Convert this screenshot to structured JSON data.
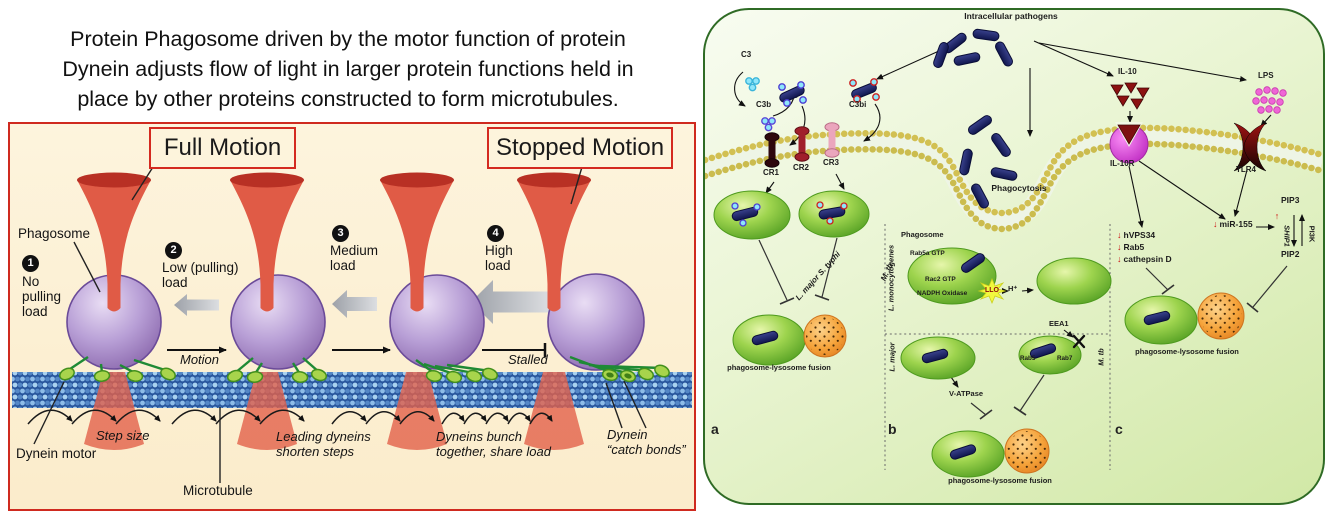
{
  "title": "Protein Phagosome driven by the motor function of protein\nDynein adjusts flow of light in larger protein functions held in\nplace by other proteins constructed to form microtubules.",
  "left": {
    "full_motion": "Full Motion",
    "stopped_motion": "Stopped Motion",
    "stages": [
      {
        "n": "1",
        "label": "No\npulling\nload"
      },
      {
        "n": "2",
        "label": "Low (pulling)\nload"
      },
      {
        "n": "3",
        "label": "Medium\nload"
      },
      {
        "n": "4",
        "label": "High\nload"
      }
    ],
    "phagosome": "Phagosome",
    "motion": "Motion",
    "stalled": "Stalled",
    "step_size": "Step size",
    "leading": "Leading dyneins\nshorten steps",
    "bunch": "Dyneins bunch\ntogether, share load",
    "catch": "Dynein\n“catch bonds”",
    "dynein_motor": "Dynein motor",
    "microtubule": "Microtubule"
  },
  "right": {
    "header": "Intracellular pathogens",
    "phagocytosis": "Phagocytosis",
    "complement": {
      "c3": "C3",
      "c3b": "C3b",
      "c3bi": "C3bi"
    },
    "receptors": {
      "cr1": "CR1",
      "cr2": "CR2",
      "cr3": "CR3",
      "il10": "IL-10",
      "il10r": "IL-10R",
      "lps": "LPS",
      "tlr4": "TLR4"
    },
    "a": {
      "letter": "a",
      "inh1": "L. major\nS. typhi",
      "inh2": "M. tb",
      "fusion": "phagosome-lysosome fusion"
    },
    "b": {
      "letter": "b",
      "species_top": "L. monocytogenes",
      "phagosome": "Phagosome",
      "rab5a": "Rab5a GTP",
      "rac2": "Rac2 GTP",
      "nadph": "NADPH Oxidase",
      "llo": "LLO",
      "hplus": "H⁺",
      "l_major": "L. major",
      "v_atpase": "V-ATPase",
      "eea1": "EEA1",
      "rab5": "Rab5",
      "rab7": "Rab7",
      "m_tb": "M. tb",
      "fusion": "phagosome-lysosome fusion"
    },
    "c": {
      "letter": "c",
      "items": [
        "hVPS34",
        "Rab5",
        "cathepsin D"
      ],
      "mir": "miR-155",
      "ship1": "SHIP1",
      "pi3k": "PI3K",
      "pip3": "PIP3",
      "pip2": "PIP2",
      "fusion": "phagosome-lysosome fusion"
    },
    "icons": {
      "down": "↓",
      "up": "↑"
    }
  },
  "colors": {
    "panel_border": "#d42a20",
    "trap": "#e05b46",
    "sphere": "#b49bd2",
    "dynein": "#a8d44c",
    "microtubule": "#2a5699",
    "membrane_head": "#d2c052",
    "green_oval": "#7cc143",
    "lysosome": "#f0982e",
    "bacteria": "#1c2366",
    "mir_red": "#cc1111"
  }
}
